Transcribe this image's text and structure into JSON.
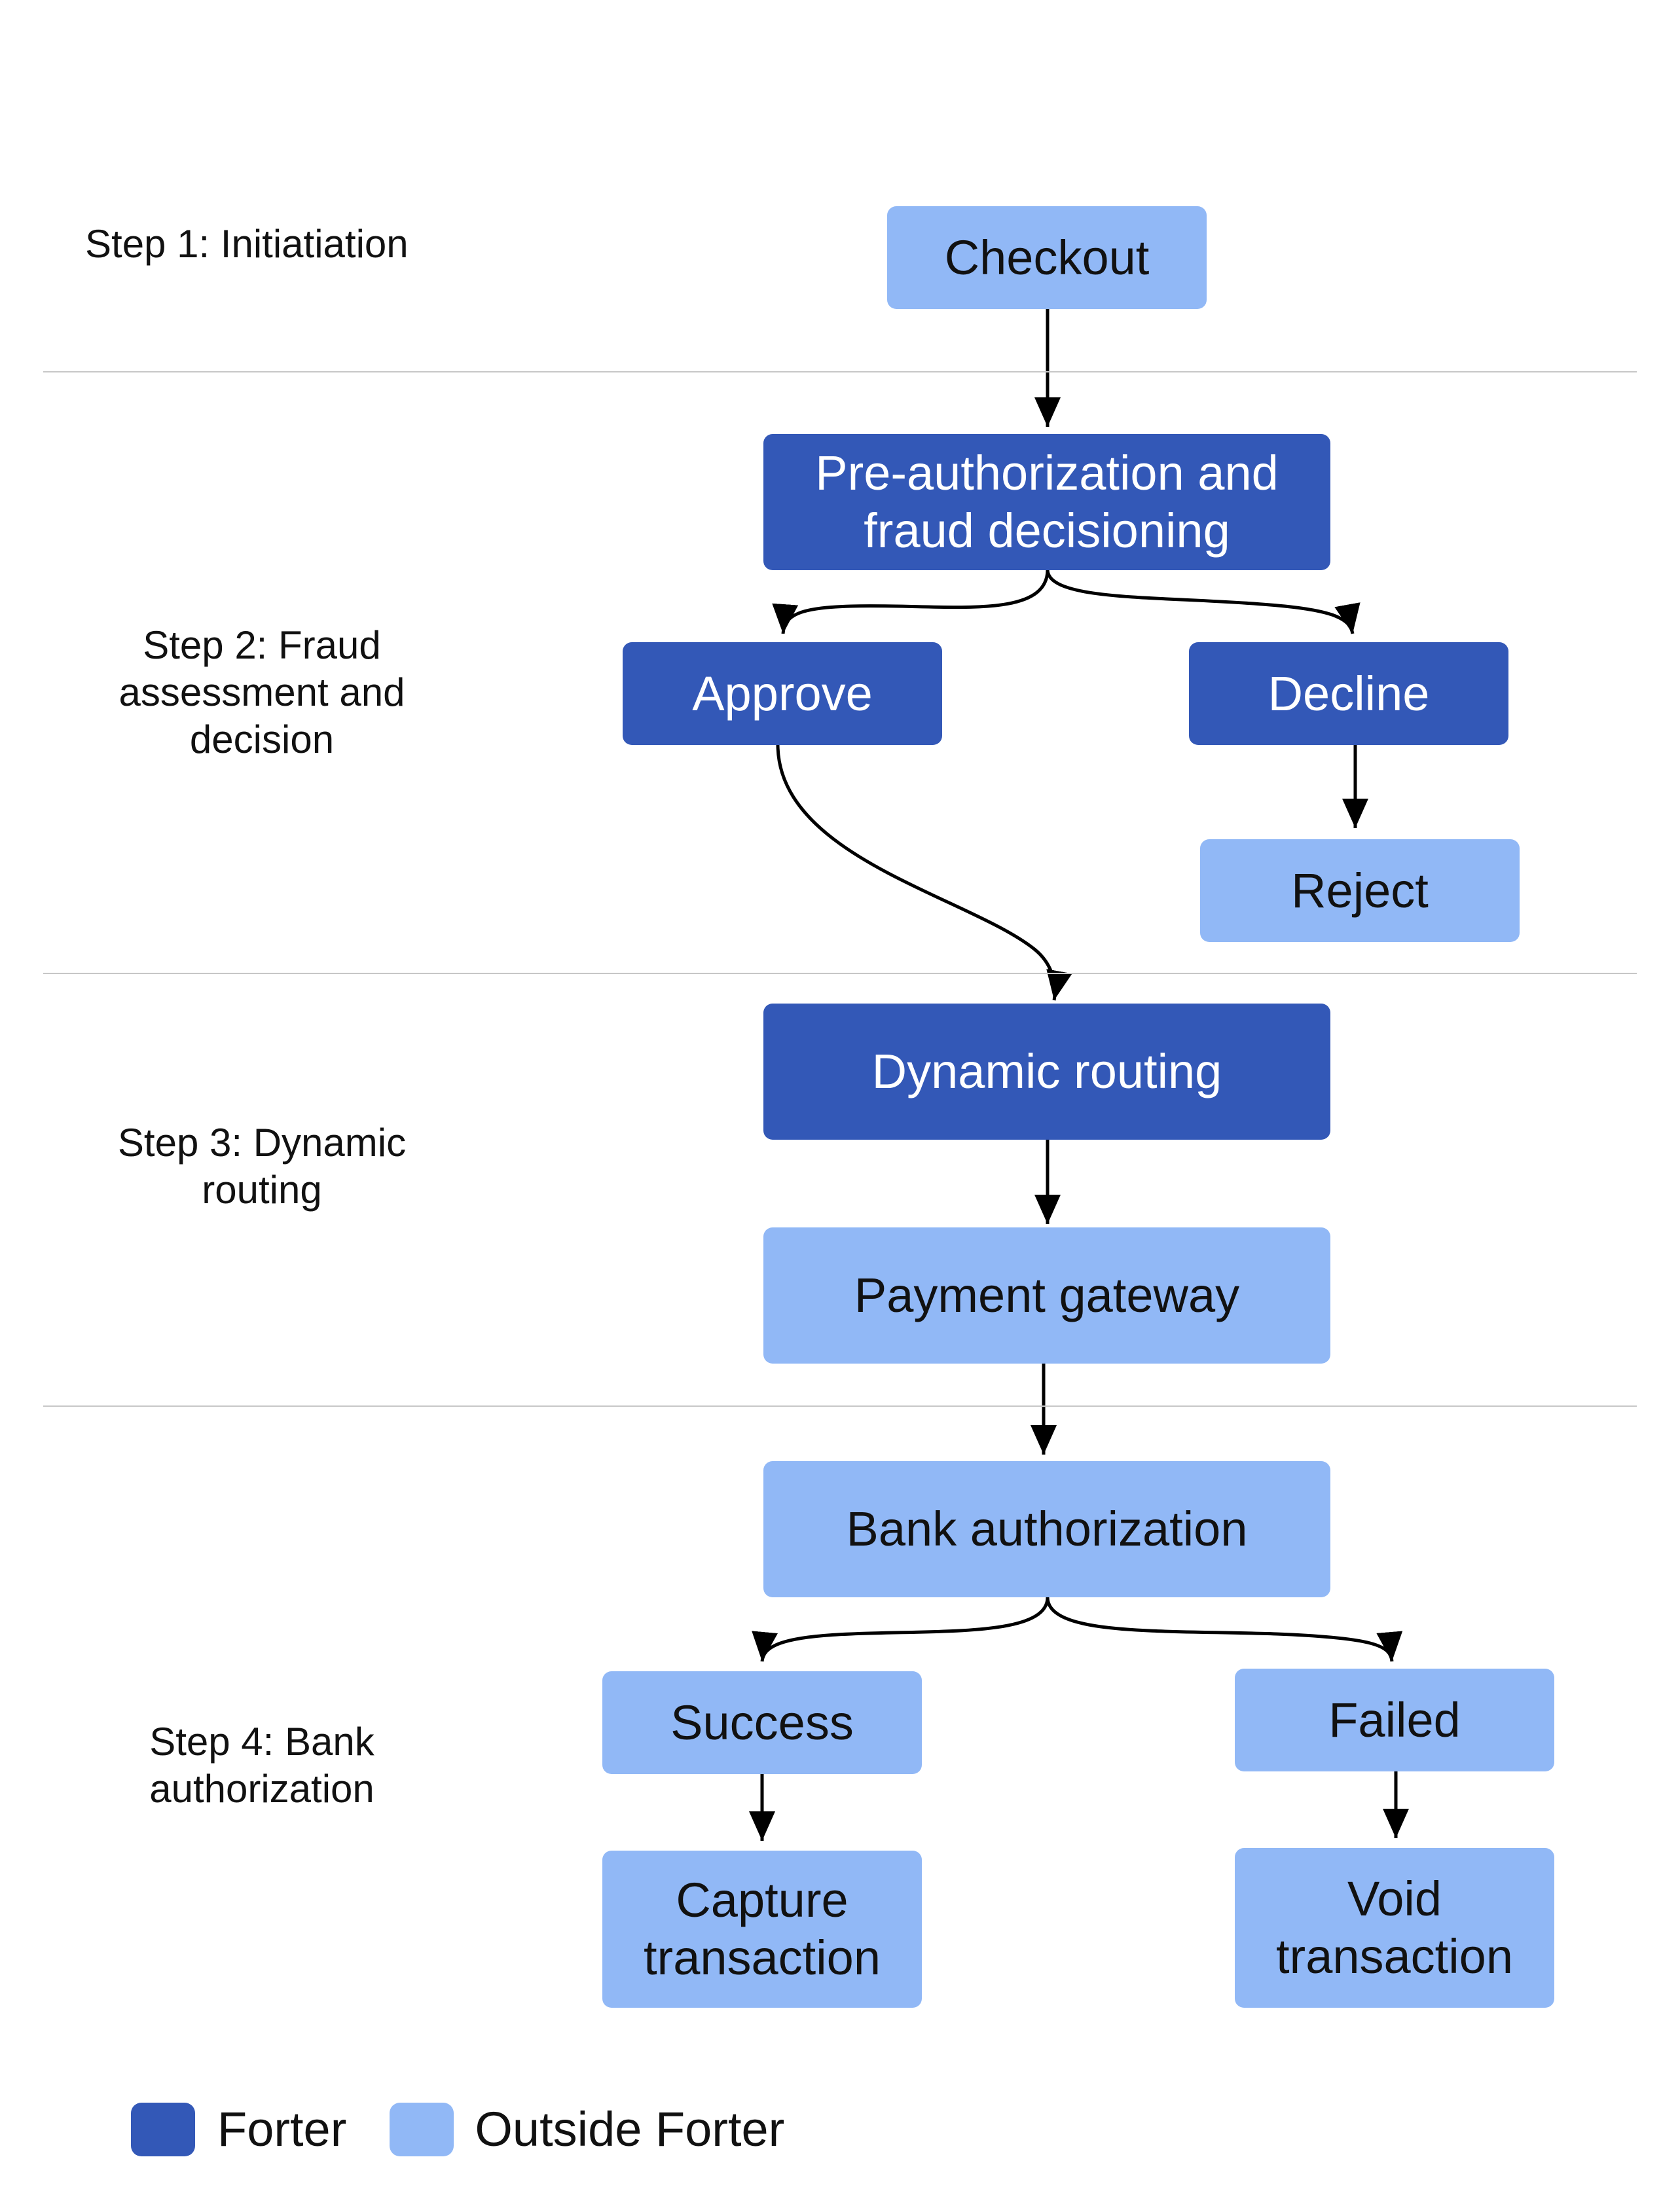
{
  "steps": [
    "Step 1: Initiatiation",
    "Step 2: Fraud\nassessment and\ndecision",
    "Step 3: Dynamic\nrouting",
    "Step 4: Bank\nauthorization"
  ],
  "nodes": {
    "checkout": "Checkout",
    "pre_authorization": "Pre-authorization and\nfraud decisioning",
    "approve": "Approve",
    "decline": "Decline",
    "reject": "Reject",
    "dynamic_routing": "Dynamic routing",
    "payment_gateway": "Payment gateway",
    "bank_authorization": "Bank authorization",
    "success": "Success",
    "failed": "Failed",
    "capture_transaction": "Capture\ntransaction",
    "void_transaction": "Void\ntransaction"
  },
  "legend": {
    "forter": "Forter",
    "outside": "Outside Forter"
  },
  "colors": {
    "forter": "#3358b7",
    "outside_forter": "#91b8f6",
    "divider": "#c7c7c7",
    "edge": "#000000"
  }
}
